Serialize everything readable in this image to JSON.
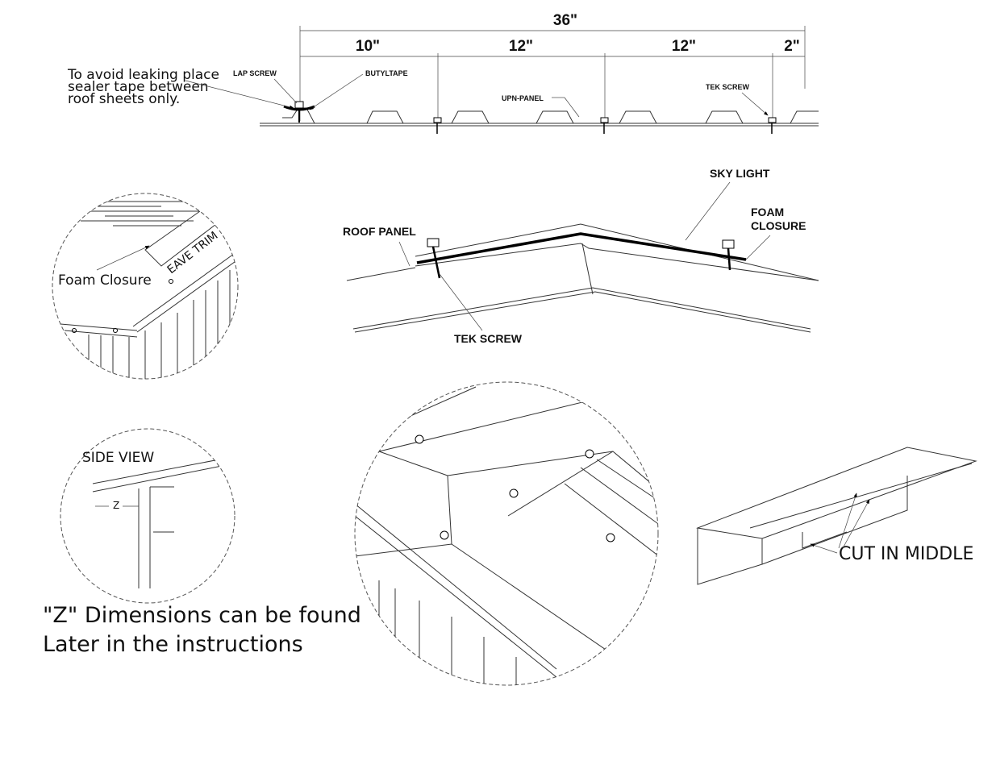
{
  "dimensions": {
    "total": "36\"",
    "seg1": "10\"",
    "seg2": "12\"",
    "seg3": "12\"",
    "seg4": "2\""
  },
  "panel_detail": {
    "note": [
      "To avoid leaking place",
      "sealer tape between",
      "roof sheets only."
    ],
    "lap_screw": "LAP SCREW",
    "butyl_tape": "BUTYLTAPE",
    "upn_panel": "UPN-PANEL",
    "tek_screw": "TEK SCREW"
  },
  "skylight_detail": {
    "roof_panel": "ROOF PANEL",
    "sky_light": "SKY LIGHT",
    "foam_closure": [
      "FOAM",
      "CLOSURE"
    ],
    "tek_screw": "TEK SCREW"
  },
  "eave_detail": {
    "foam_closure": "Foam Closure",
    "eave_trim": "EAVE TRIM"
  },
  "side_view": {
    "title": "SIDE VIEW",
    "z_label": "Z"
  },
  "z_note": [
    "\"Z\" Dimensions can be found",
    "Later in the instructions"
  ],
  "ridge_detail": {
    "cut_in_middle": "CUT IN MIDDLE"
  }
}
